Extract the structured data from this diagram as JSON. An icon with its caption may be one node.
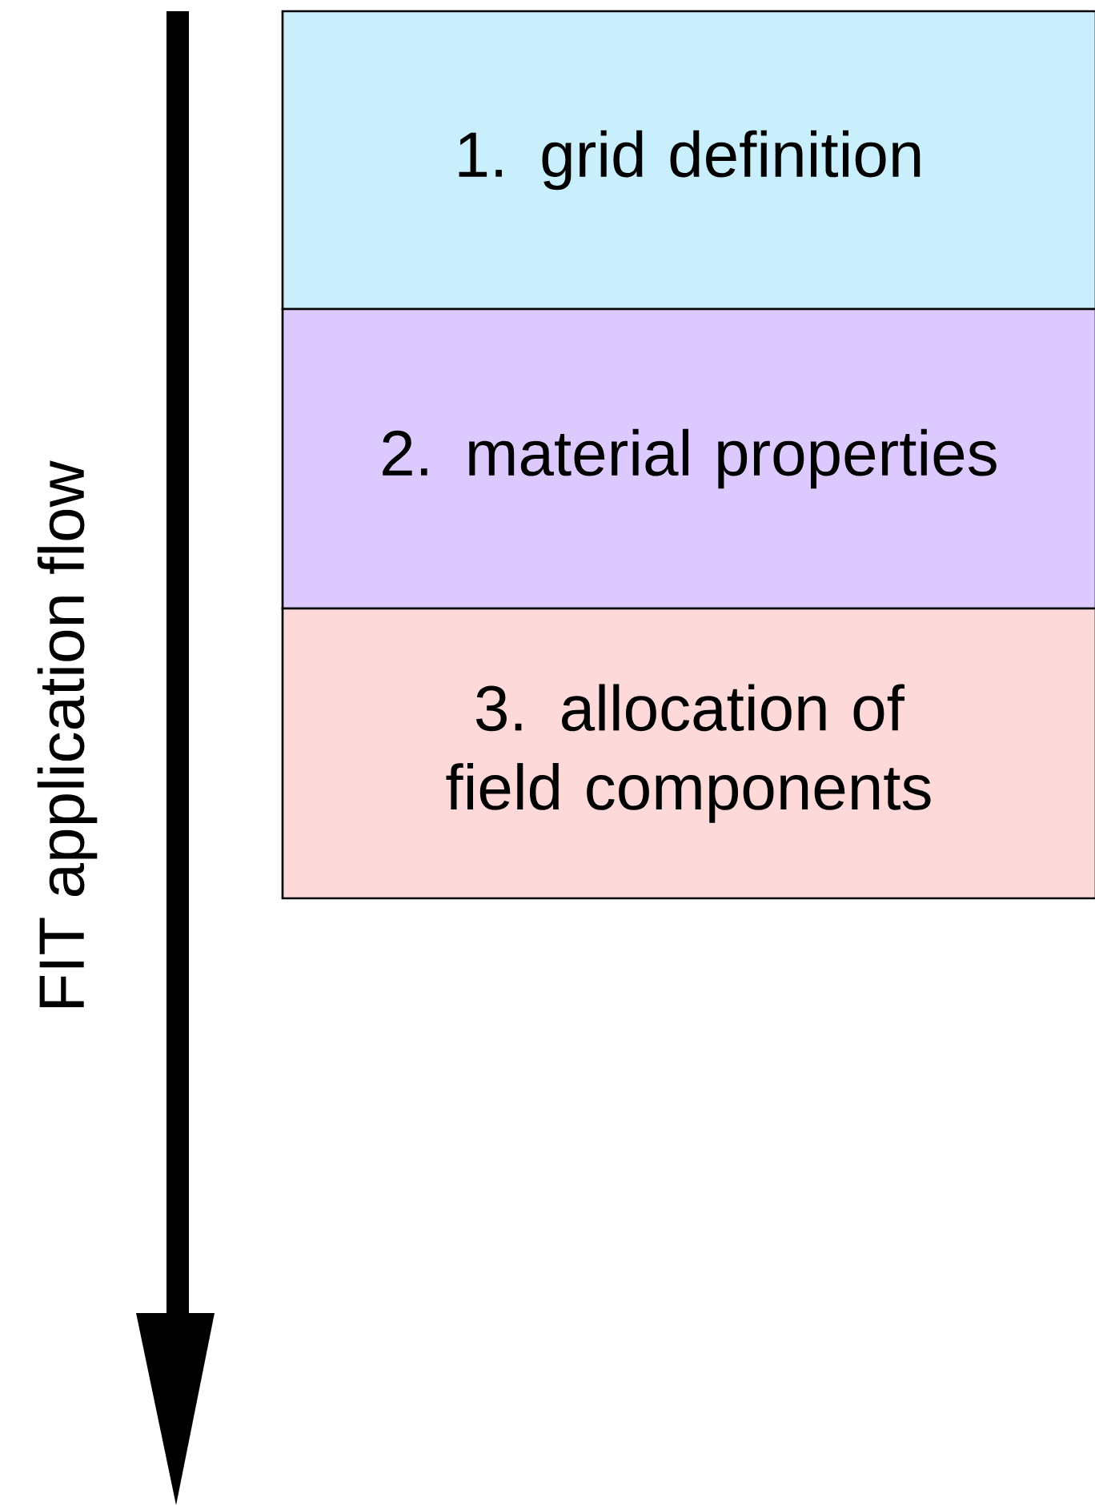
{
  "diagram": {
    "nodes": [
      {
        "text": [
          "1. grid definition"
        ]
      },
      {
        "text": [
          "2. material properties"
        ]
      },
      {
        "text": [
          "3. allocation of field components"
        ]
      }
    ],
    "labels": [
      "FIT application flow"
    ]
  }
}
